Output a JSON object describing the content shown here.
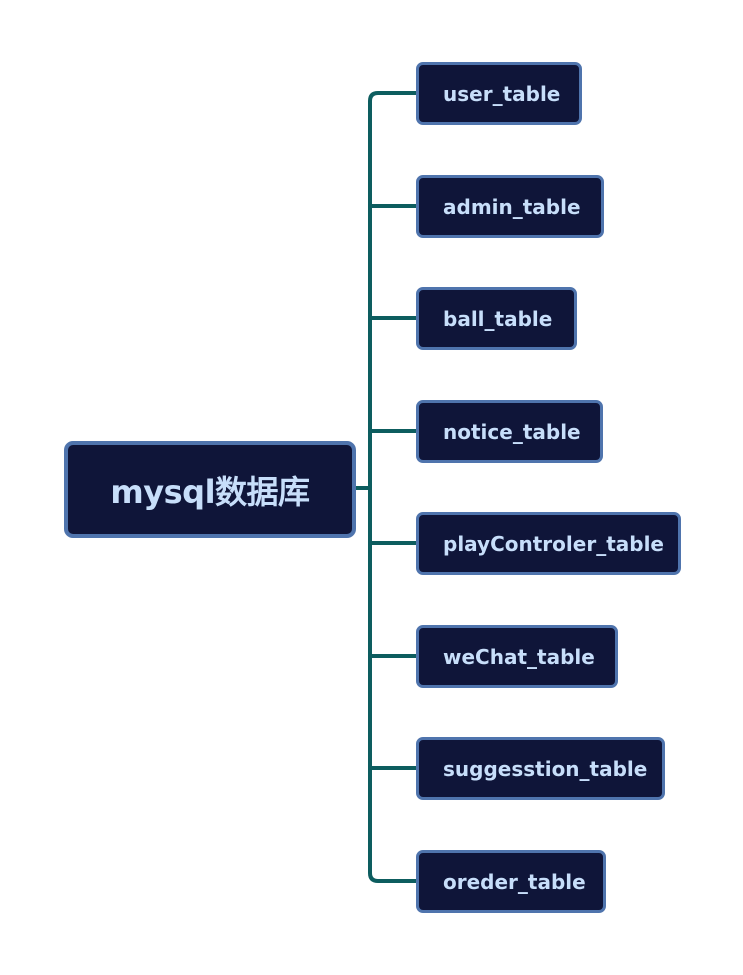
{
  "root": {
    "label": "mysql数据库"
  },
  "children": [
    {
      "label": "user_table"
    },
    {
      "label": "admin_table"
    },
    {
      "label": "ball_table"
    },
    {
      "label": "notice_table"
    },
    {
      "label": "playControler_table"
    },
    {
      "label": "weChat_table"
    },
    {
      "label": "suggesstion_table"
    },
    {
      "label": "oreder_table"
    }
  ],
  "colors": {
    "node_fill": "#0f1539",
    "node_border": "#4f74ad",
    "node_text": "#c7defa",
    "connector": "#0d5d5f"
  }
}
